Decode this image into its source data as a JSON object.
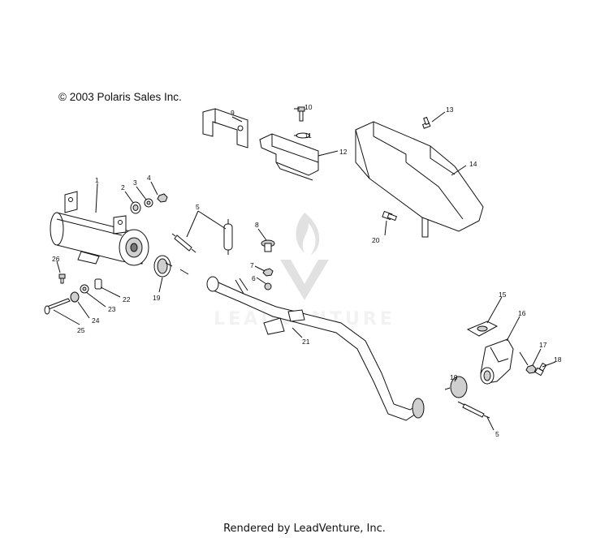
{
  "copyright": "© 2003 Polaris Sales Inc.",
  "footer": "Rendered by LeadVenture, Inc.",
  "watermark": "LEADVENTURE",
  "callouts": {
    "p1": "1",
    "p2": "2",
    "p3": "3",
    "p4": "4",
    "p5a": "5",
    "p5b": "5",
    "p6": "6",
    "p7": "7",
    "p8": "8",
    "p9": "9",
    "p10": "10",
    "p11": "11",
    "p12": "12",
    "p13": "13",
    "p14": "14",
    "p15": "15",
    "p16": "16",
    "p17": "17",
    "p18": "18",
    "p19a": "19",
    "p19b": "19",
    "p20": "20",
    "p21": "21",
    "p22": "22",
    "p23": "23",
    "p24": "24",
    "p25": "25",
    "p26": "26"
  }
}
